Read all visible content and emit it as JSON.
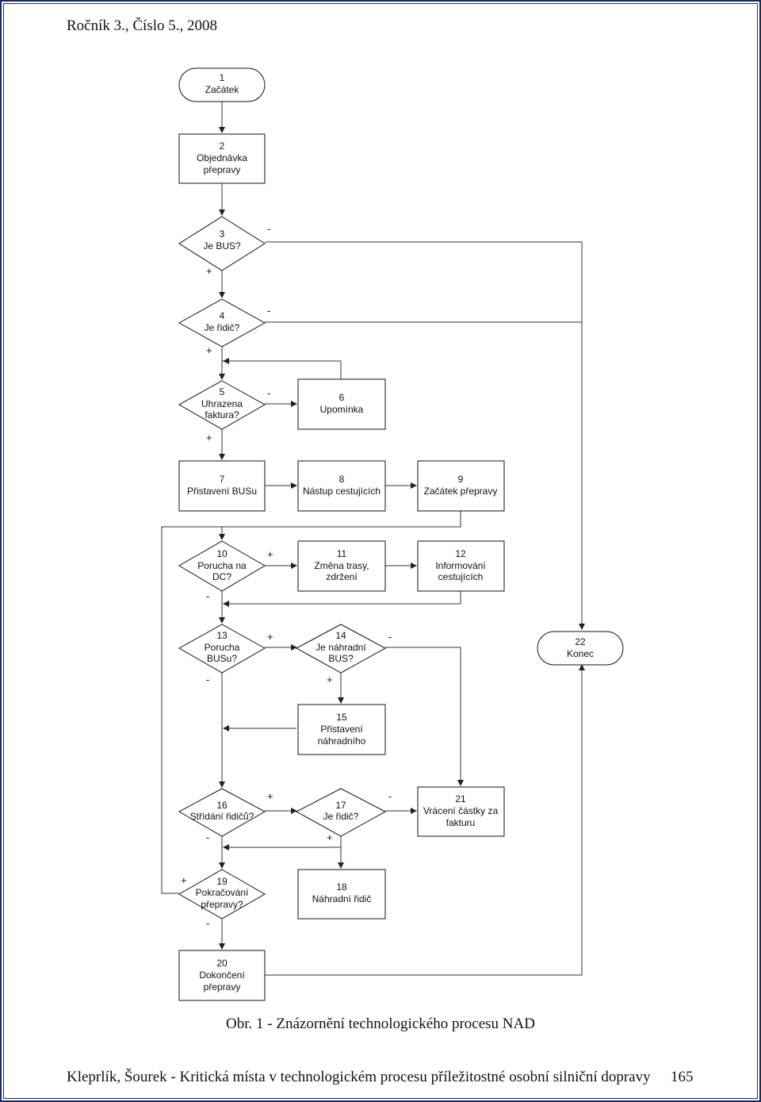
{
  "header": "Ročník 3., Číslo 5., 2008",
  "caption": "Obr. 1 - Znázornění technologického procesu NAD",
  "footer": "Kleprlík, Šourek - Kritická místa v technologickém procesu příležitostné osobní silniční dopravy",
  "page_number": "165",
  "nodes": {
    "n1": [
      "1",
      "Začátek"
    ],
    "n2": [
      "2",
      "Objednávka",
      "přepravy"
    ],
    "n3": [
      "3",
      "Je BUS?"
    ],
    "n4": [
      "4",
      "Je řidič?"
    ],
    "n5": [
      "5",
      "Uhrazena",
      "faktura?"
    ],
    "n6": [
      "6",
      "Upomínka"
    ],
    "n7": [
      "7",
      "Přistavení BUSu"
    ],
    "n8": [
      "8",
      "Nástup cestujících"
    ],
    "n9": [
      "9",
      "Začátek přepravy"
    ],
    "n10": [
      "10",
      "Porucha na",
      "DC?"
    ],
    "n11": [
      "11",
      "Změna trasy,",
      "zdržení"
    ],
    "n12": [
      "12",
      "Informování",
      "cestujících"
    ],
    "n13": [
      "13",
      "Porucha",
      "BUSu?"
    ],
    "n14": [
      "14",
      "Je náhradní",
      "BUS?"
    ],
    "n15": [
      "15",
      "Přistavení",
      "náhradního"
    ],
    "n16": [
      "16",
      "Střídání řidičů?"
    ],
    "n17": [
      "17",
      "Je řidič?"
    ],
    "n18": [
      "18",
      "Náhradní řidič"
    ],
    "n19": [
      "19",
      "Pokračování",
      "přepravy?"
    ],
    "n20": [
      "20",
      "Dokončení",
      "přepravy"
    ],
    "n21": [
      "21",
      "Vrácení částky za",
      "fakturu"
    ],
    "n22": [
      "22",
      "Konec"
    ]
  },
  "labels": {
    "n3_no": "-",
    "n3_yes": "+",
    "n4_no": "-",
    "n4_yes": "+",
    "n5_no": "-",
    "n5_yes": "+",
    "n10_yes": "+",
    "n10_no": "-",
    "n13_yes": "+",
    "n13_no": "-",
    "n14_no": "-",
    "n14_yes": "+",
    "n16_yes": "+",
    "n16_no": "-",
    "n17_no": "-",
    "n17_yes": "+",
    "n19_yes": "+",
    "n19_no": "-"
  }
}
